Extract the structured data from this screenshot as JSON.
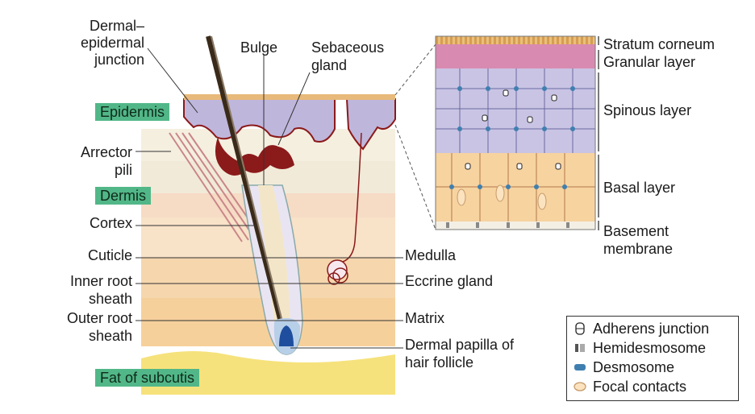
{
  "labels": {
    "dermal_epidermal_junction": "Dermal–\nepidermal\njunction",
    "bulge": "Bulge",
    "sebaceous_gland": "Sebaceous\ngland",
    "epidermis": "Epidermis",
    "arrector_pili": "Arrector\npili",
    "dermis": "Dermis",
    "cortex": "Cortex",
    "cuticle": "Cuticle",
    "inner_root_sheath": "Inner root\nsheath",
    "outer_root_sheath": "Outer root\nsheath",
    "fat_of_subcutis": "Fat of subcutis",
    "medulla": "Medulla",
    "eccrine_gland": "Eccrine gland",
    "matrix": "Matrix",
    "dermal_papilla": "Dermal papilla of\nhair follicle",
    "stratum_corneum": "Stratum corneum",
    "granular_layer": "Granular layer",
    "spinous_layer": "Spinous layer",
    "basal_layer": "Basal layer",
    "basement_membrane": "Basement\nmembrane"
  },
  "legend": {
    "items": [
      {
        "label": "Adherens junction",
        "icon": "adherens-junction-icon"
      },
      {
        "label": "Hemidesmosome",
        "icon": "hemidesmosome-icon"
      },
      {
        "label": "Desmosome",
        "icon": "desmosome-icon"
      },
      {
        "label": "Focal contacts",
        "icon": "focal-contact-icon"
      }
    ]
  },
  "colors": {
    "epidermis": "#bfb6dc",
    "dermis": "#f3ead2",
    "subcutis_fat": "#f6e27c",
    "label_tag": "#52b788",
    "gland": "#8b1a1a",
    "basal_cells": "#f7d3a0",
    "spinous_cells": "#c9c4e4",
    "granular_cells": "#d98ab0"
  }
}
